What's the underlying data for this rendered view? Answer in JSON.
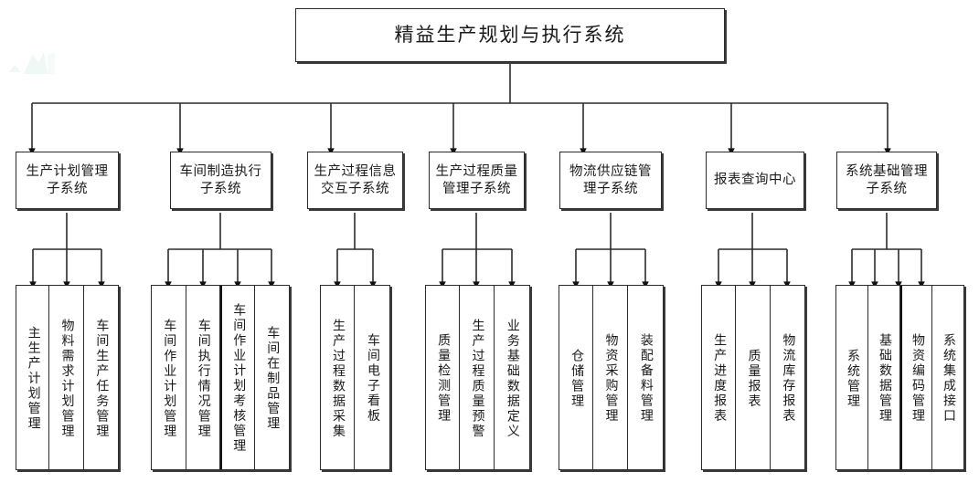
{
  "diagram": {
    "title": "精益生产规划与执行系统",
    "watermark": "mountain-watermark",
    "root": {
      "label": "精益生产规划与执行系统"
    },
    "subsystems": [
      {
        "id": "production-planning",
        "label": "生产计划管理\n子系统",
        "label_line1": "生产计划管理",
        "label_line2": "子系统",
        "children": [
          {
            "label": "主生产计划管理"
          },
          {
            "label": "物料需求计划管理"
          },
          {
            "label": "车间生产任务管理"
          }
        ]
      },
      {
        "id": "workshop-manufacturing-execution",
        "label": "车间制造执行\n子系统",
        "label_line1": "车间制造执行",
        "label_line2": "子系统",
        "children": [
          {
            "label": "车间作业计划管理"
          },
          {
            "label": "车间执行情况管理"
          },
          {
            "label": "车间作业计划考核管理"
          },
          {
            "label": "车间在制品管理"
          }
        ]
      },
      {
        "id": "process-info-interaction",
        "label": "生产过程信息\n交互子系统",
        "label_line1": "生产过程信息",
        "label_line2": "交互子系统",
        "children": [
          {
            "label": "生产过程数据采集"
          },
          {
            "label": "车间电子看板"
          }
        ]
      },
      {
        "id": "process-quality-management",
        "label": "生产过程质量\n管理子系统",
        "label_line1": "生产过程质量",
        "label_line2": "管理子系统",
        "children": [
          {
            "label": "质量检测管理"
          },
          {
            "label": "生产过程质量预警"
          },
          {
            "label": "业务基础数据定义"
          }
        ]
      },
      {
        "id": "logistics-supply-chain",
        "label": "物流供应链管\n理子系统",
        "label_line1": "物流供应链管",
        "label_line2": "理子系统",
        "children": [
          {
            "label": "仓储管理"
          },
          {
            "label": "物资采购管理"
          },
          {
            "label": "装配备料管理"
          }
        ]
      },
      {
        "id": "report-query-center",
        "label": "报表查询中心",
        "label_line1": "报表查询中心",
        "label_line2": "",
        "children": [
          {
            "label": "生产进度报表"
          },
          {
            "label": "质量报表"
          },
          {
            "label": "物流库存报表"
          }
        ]
      },
      {
        "id": "system-foundation-management",
        "label": "系统基础管理\n子系统",
        "label_line1": "系统基础管理",
        "label_line2": "子系统",
        "children": [
          {
            "label": "系统管理"
          },
          {
            "label": "基础数据管理"
          },
          {
            "label": "物资编码管理"
          },
          {
            "label": "系统集成接口"
          }
        ]
      }
    ],
    "colors": {
      "line": "#2b2b2b",
      "box_fill": "#ffffff",
      "text": "#1a1a1a",
      "watermark": "#e3f2ec"
    }
  }
}
